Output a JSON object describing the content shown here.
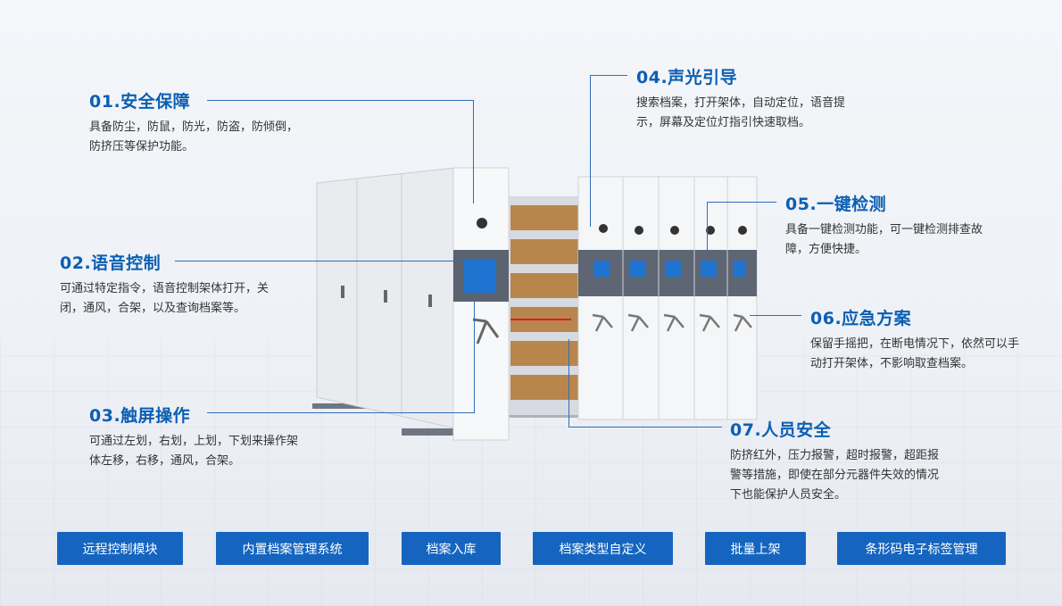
{
  "features": [
    {
      "num": "01.安全保障",
      "desc": "具备防尘，防鼠，防光，防盗，防倾倒，防挤压等保护功能。"
    },
    {
      "num": "02.语音控制",
      "desc": "可通过特定指令，语音控制架体打开，关闭，通风，合架，以及查询档案等。"
    },
    {
      "num": "03.触屏操作",
      "desc": "可通过左划，右划，上划，下划来操作架体左移，右移，通风，合架。"
    },
    {
      "num": "04.声光引导",
      "desc": "搜索档案，打开架体，自动定位，语音提示，屏幕及定位灯指引快速取档。"
    },
    {
      "num": "05.一键检测",
      "desc": "具备一键检测功能，可一键检测排查故障，方便快捷。"
    },
    {
      "num": "06.应急方案",
      "desc": "保留手摇把，在断电情况下，依然可以手动打开架体，不影响取查档案。"
    },
    {
      "num": "07.人员安全",
      "desc": "防挤红外，压力报警，超时报警，超距报警等措施，即使在部分元器件失效的情况下也能保护人员安全。"
    }
  ],
  "buttons": [
    "远程控制模块",
    "内置档案管理系统",
    "档案入库",
    "档案类型自定义",
    "批量上架",
    "条形码电子标签管理"
  ],
  "colors": {
    "accent": "#0b5fb3",
    "button": "#1565c0",
    "line": "#2d6fb8"
  }
}
